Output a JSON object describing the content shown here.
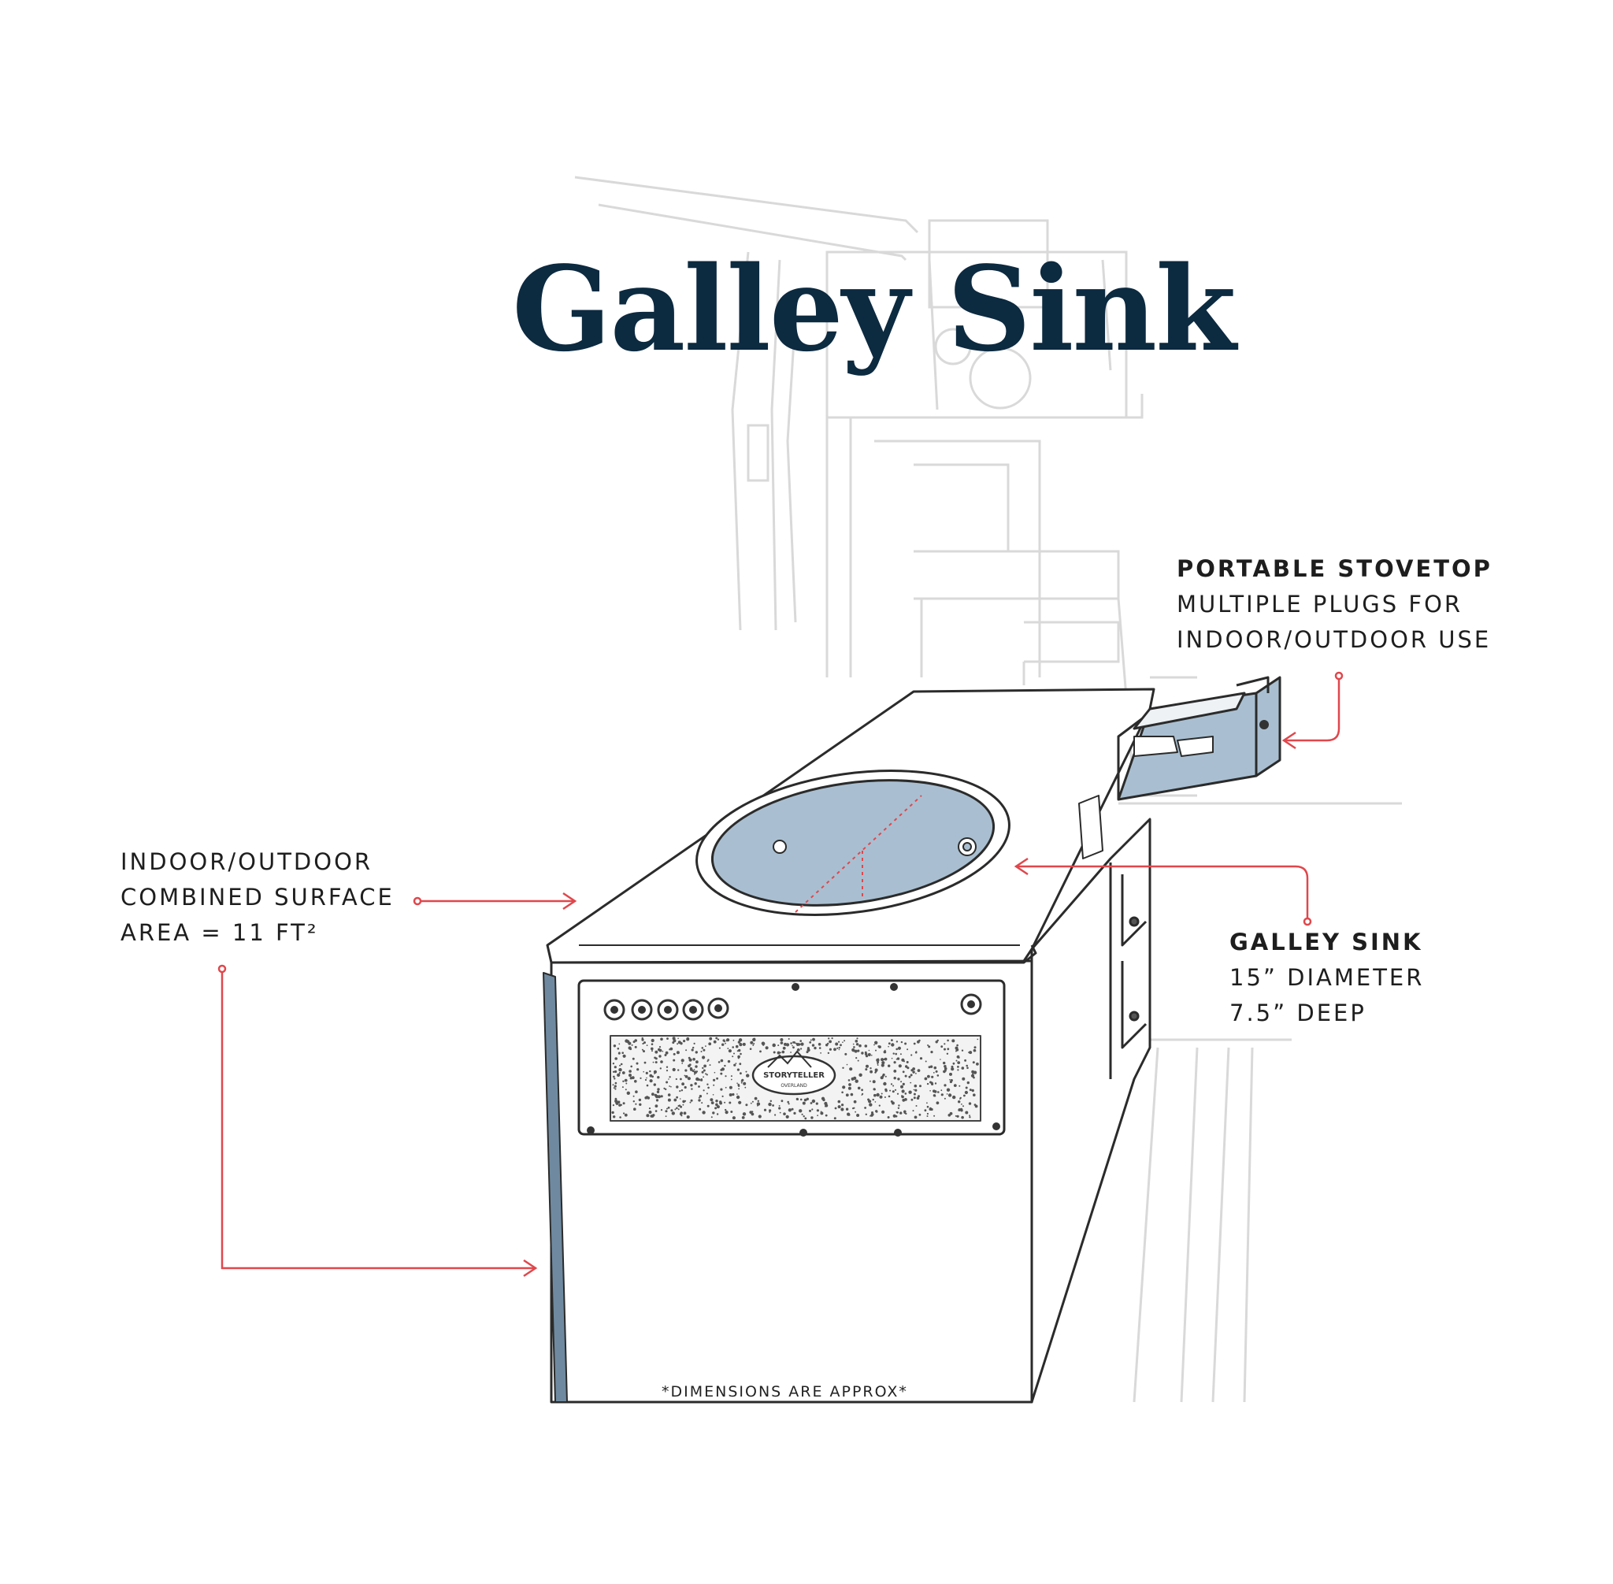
{
  "title": "Galley Sink",
  "callouts": {
    "stovetop": {
      "heading": "PORTABLE STOVETOP",
      "line1": "MULTIPLE PLUGS FOR",
      "line2": "INDOOR/OUTDOOR USE"
    },
    "sink": {
      "heading": "GALLEY SINK",
      "line1": "15” DIAMETER",
      "line2": "7.5” DEEP"
    },
    "surface": {
      "line1": "INDOOR/OUTDOOR",
      "line2": "COMBINED SURFACE",
      "line3": "AREA = 11 FT²"
    }
  },
  "footnote": "*DIMENSIONS ARE APPROX*",
  "logo": {
    "text": "STORYTELLER",
    "subtext": "OVERLAND"
  },
  "colors": {
    "title": "#0c2a40",
    "leader_lines": "#e0474c",
    "sink_fill": "#a9bfd1",
    "outline": "#2b2b2b",
    "background_sketch": "#d8d8d8"
  }
}
